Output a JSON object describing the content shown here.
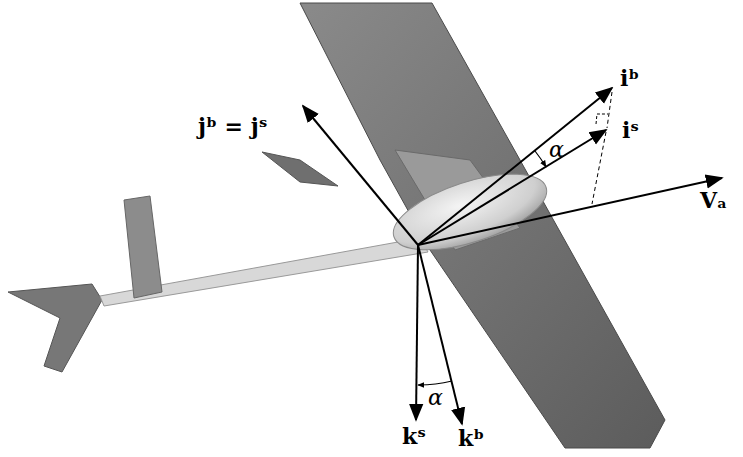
{
  "diagram": {
    "labels": [
      "jᵇ = jˢ",
      "iᵇ",
      "α",
      "iˢ",
      "Vₐ",
      "kˢ",
      "α",
      "kᵇ"
    ]
  }
}
